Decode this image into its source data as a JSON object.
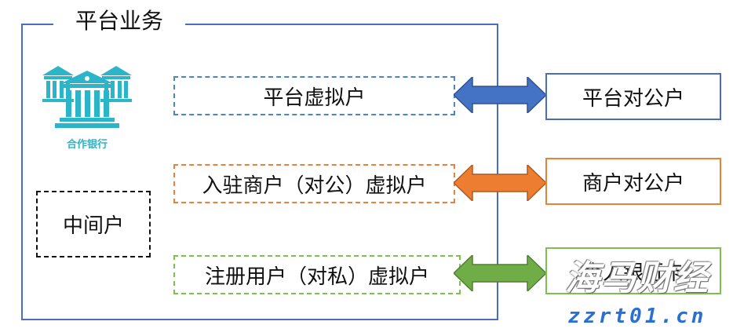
{
  "frame": {
    "title": "平台业务"
  },
  "bank": {
    "label": "合作银行",
    "icon": "bank-building-icon"
  },
  "middle_account": {
    "label": "中间户"
  },
  "virtual_accounts": [
    {
      "label": "平台虚拟户",
      "color": "#4a86c6"
    },
    {
      "label": "入驻商户（对公）虚拟户",
      "color": "#e8823a"
    },
    {
      "label": "注册用户（对私）虚拟户",
      "color": "#7cc04f"
    }
  ],
  "external_accounts": [
    {
      "label": "平台对公户",
      "color": "#4a6cc2"
    },
    {
      "label": "商户对公户",
      "color": "#e8823a"
    },
    {
      "label": "个人银行卡",
      "color": "#7cc04f"
    }
  ],
  "arrow_colors": [
    "#4472c4",
    "#ed7d31",
    "#70ad47"
  ],
  "watermark": {
    "text": "海马财经",
    "url": "zzrt01.cn"
  }
}
